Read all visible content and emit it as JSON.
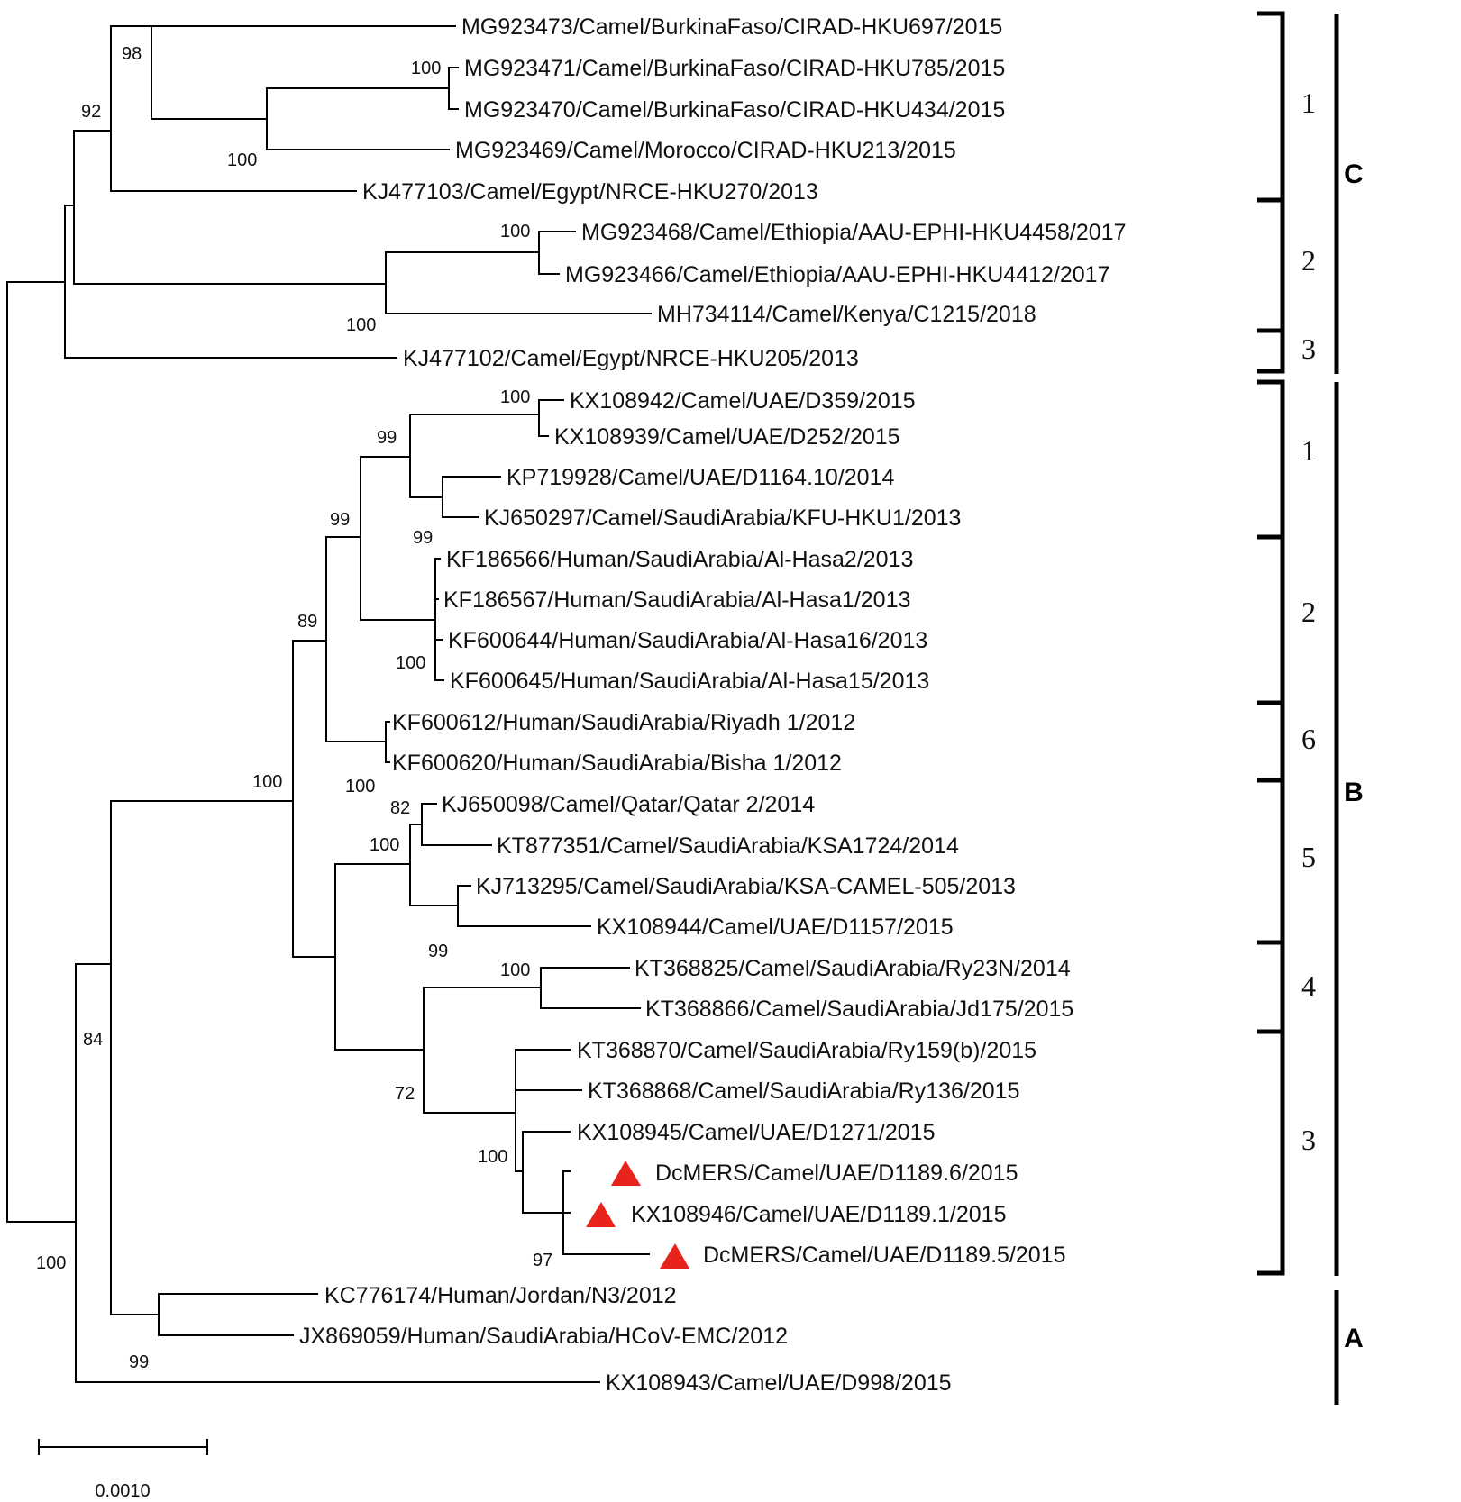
{
  "taxa": [
    {
      "label": "MG923473/Camel/BurkinaFaso/CIRAD-HKU697/2015",
      "marker": false
    },
    {
      "label": "MG923471/Camel/BurkinaFaso/CIRAD-HKU785/2015",
      "marker": false
    },
    {
      "label": "MG923470/Camel/BurkinaFaso/CIRAD-HKU434/2015",
      "marker": false
    },
    {
      "label": "MG923469/Camel/Morocco/CIRAD-HKU213/2015",
      "marker": false
    },
    {
      "label": "KJ477103/Camel/Egypt/NRCE-HKU270/2013",
      "marker": false
    },
    {
      "label": "MG923468/Camel/Ethiopia/AAU-EPHI-HKU4458/2017",
      "marker": false
    },
    {
      "label": "MG923466/Camel/Ethiopia/AAU-EPHI-HKU4412/2017",
      "marker": false
    },
    {
      "label": "MH734114/Camel/Kenya/C1215/2018",
      "marker": false
    },
    {
      "label": "KJ477102/Camel/Egypt/NRCE-HKU205/2013",
      "marker": false
    },
    {
      "label": "KX108942/Camel/UAE/D359/2015",
      "marker": false
    },
    {
      "label": "KX108939/Camel/UAE/D252/2015",
      "marker": false
    },
    {
      "label": "KP719928/Camel/UAE/D1164.10/2014",
      "marker": false
    },
    {
      "label": "KJ650297/Camel/SaudiArabia/KFU-HKU1/2013",
      "marker": false
    },
    {
      "label": "KF186566/Human/SaudiArabia/Al-Hasa2/2013",
      "marker": false
    },
    {
      "label": "KF186567/Human/SaudiArabia/Al-Hasa1/2013",
      "marker": false
    },
    {
      "label": "KF600644/Human/SaudiArabia/Al-Hasa16/2013",
      "marker": false
    },
    {
      "label": "KF600645/Human/SaudiArabia/Al-Hasa15/2013",
      "marker": false
    },
    {
      "label": "KF600612/Human/SaudiArabia/Riyadh 1/2012",
      "marker": false
    },
    {
      "label": "KF600620/Human/SaudiArabia/Bisha 1/2012",
      "marker": false
    },
    {
      "label": "KJ650098/Camel/Qatar/Qatar 2/2014",
      "marker": false
    },
    {
      "label": "KT877351/Camel/SaudiArabia/KSA1724/2014",
      "marker": false
    },
    {
      "label": "KJ713295/Camel/SaudiArabia/KSA-CAMEL-505/2013",
      "marker": false
    },
    {
      "label": "KX108944/Camel/UAE/D1157/2015",
      "marker": false
    },
    {
      "label": "KT368825/Camel/SaudiArabia/Ry23N/2014",
      "marker": false
    },
    {
      "label": "KT368866/Camel/SaudiArabia/Jd175/2015",
      "marker": false
    },
    {
      "label": "KT368870/Camel/SaudiArabia/Ry159(b)/2015",
      "marker": false
    },
    {
      "label": "KT368868/Camel/SaudiArabia/Ry136/2015",
      "marker": false
    },
    {
      "label": "KX108945/Camel/UAE/D1271/2015",
      "marker": false
    },
    {
      "label": "DcMERS/Camel/UAE/D1189.6/2015",
      "marker": true
    },
    {
      "label": "KX108946/Camel/UAE/D1189.1/2015",
      "marker": true
    },
    {
      "label": "DcMERS/Camel/UAE/D1189.5/2015",
      "marker": true
    },
    {
      "label": "KC776174/Human/Jordan/N3/2012",
      "marker": false
    },
    {
      "label": "JX869059/Human/SaudiArabia/HCoV-EMC/2012",
      "marker": false
    },
    {
      "label": "KX108943/Camel/UAE/D998/2015",
      "marker": false
    }
  ],
  "bootstrap": [
    "98",
    "92",
    "100",
    "100",
    "100",
    "100",
    "100",
    "99",
    "99",
    "99",
    "100",
    "89",
    "100",
    "100",
    "82",
    "100",
    "99",
    "100",
    "72",
    "100",
    "97",
    "84",
    "100",
    "99"
  ],
  "subclades": {
    "C": [
      "1",
      "2",
      "3"
    ],
    "B": [
      "1",
      "2",
      "6",
      "5",
      "4",
      "3"
    ]
  },
  "groups": [
    "C",
    "B",
    "A"
  ],
  "scale_bar": {
    "label": "0.0010"
  },
  "marker_color": "#e8231b"
}
